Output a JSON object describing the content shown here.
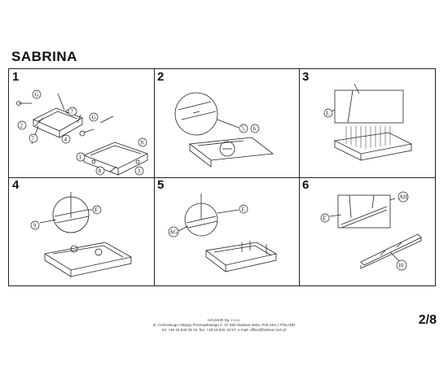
{
  "document": {
    "title": "SABRINA",
    "page": "2/8"
  },
  "steps": [
    {
      "number": "1",
      "labels": [
        "G",
        "7",
        "2",
        "7",
        "4",
        "G",
        "8",
        "1",
        "8",
        "3"
      ]
    },
    {
      "number": "2",
      "labels": [
        "5",
        "6"
      ]
    },
    {
      "number": "3",
      "labels": [
        "L"
      ]
    },
    {
      "number": "4",
      "labels": [
        "9",
        "F"
      ]
    },
    {
      "number": "5",
      "labels": [
        "AG",
        "E"
      ]
    },
    {
      "number": "6",
      "labels": [
        "AH",
        "E",
        "10"
      ]
    }
  ],
  "footer": {
    "company": "HALMAR Sp. z o.o.",
    "address": "ul. Centralnego Okręgu Przemysłowego 2, 37-450 Stalowa Wola, POLSKA / POLAND",
    "contact": "tel. +48 15 843 28 10, fax: +48 15 842 19 57, e-mail: office@halmar.com.pl"
  }
}
